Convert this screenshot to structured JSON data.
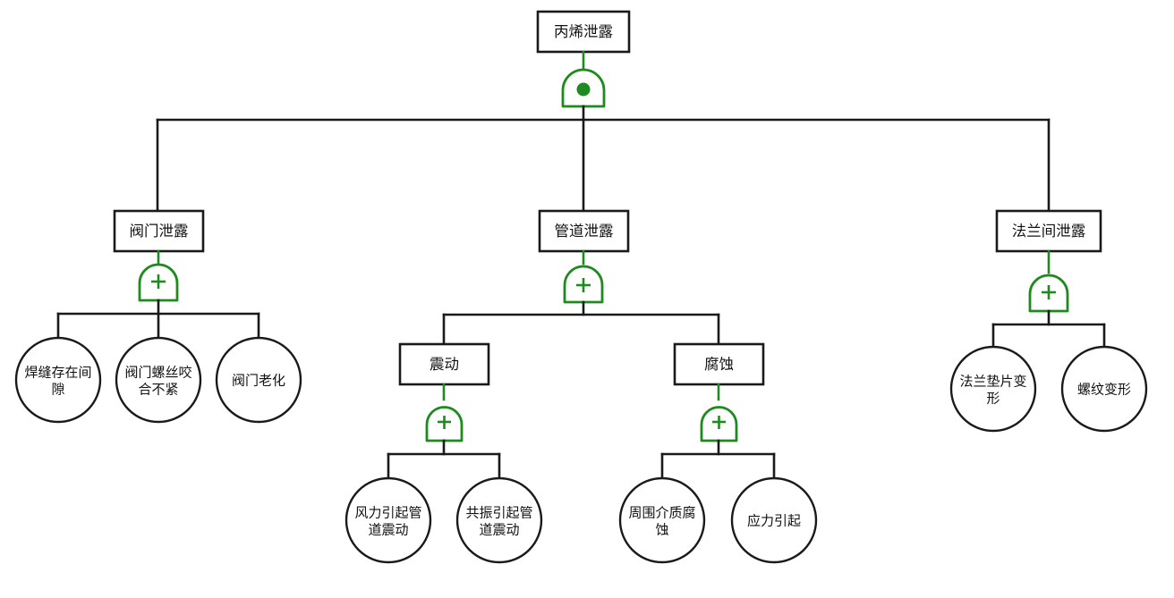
{
  "diagram": {
    "title_node": "丙烯泄露",
    "type": "fault-tree",
    "colors": {
      "gate_stroke": "#1f8a1f",
      "edge_stroke": "#1a1a1a",
      "node_fill": "#ffffff",
      "text": "#111111"
    },
    "gates": {
      "or_symbol": "+",
      "and_symbol": "•"
    }
  },
  "nodes": {
    "top": {
      "label": "丙烯泄露",
      "gate": "•"
    },
    "level2": [
      {
        "label": "阀门泄露",
        "gate": "+"
      },
      {
        "label": "管道泄露",
        "gate": "+"
      },
      {
        "label": "法兰间泄露",
        "gate": "+"
      }
    ],
    "valve_leaves": [
      {
        "line1": "焊缝存在间",
        "line2": "隙"
      },
      {
        "line1": "阀门螺丝咬",
        "line2": "合不紧"
      },
      {
        "line1": "阀门老化",
        "line2": ""
      }
    ],
    "pipe_children": [
      {
        "label": "震动",
        "gate": "+"
      },
      {
        "label": "腐蚀",
        "gate": "+"
      }
    ],
    "vibration_leaves": [
      {
        "line1": "风力引起管",
        "line2": "道震动"
      },
      {
        "line1": "共振引起管",
        "line2": "道震动"
      }
    ],
    "corrosion_leaves": [
      {
        "line1": "周围介质腐",
        "line2": "蚀"
      },
      {
        "line1": "应力引起",
        "line2": ""
      }
    ],
    "flange_leaves": [
      {
        "line1": "法兰垫片变",
        "line2": "形"
      },
      {
        "line1": "螺纹变形",
        "line2": ""
      }
    ]
  }
}
